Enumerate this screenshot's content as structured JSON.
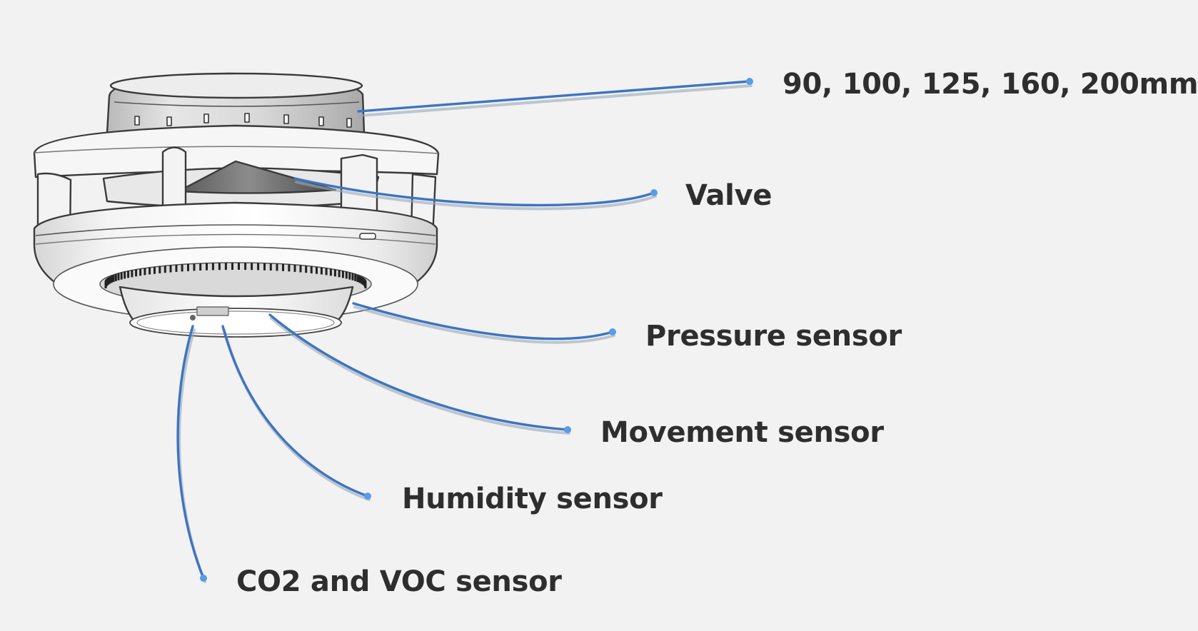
{
  "colors": {
    "background": "#f2f2f2",
    "leader_line": "#3d74c2",
    "leader_dot": "#5b9be8",
    "label_text": "#2e2e2e"
  },
  "device": {
    "part_names": [
      "top-duct-collar",
      "middle-ring",
      "valve-cone",
      "main-body",
      "sensor-dome"
    ]
  },
  "callouts": [
    {
      "id": "size",
      "label": "90, 100, 125, 160, 200mm"
    },
    {
      "id": "valve",
      "label": "Valve"
    },
    {
      "id": "pressure",
      "label": "Pressure sensor"
    },
    {
      "id": "movement",
      "label": "Movement sensor"
    },
    {
      "id": "humidity",
      "label": "Humidity sensor"
    },
    {
      "id": "co2",
      "label": "CO2 and VOC sensor"
    }
  ]
}
